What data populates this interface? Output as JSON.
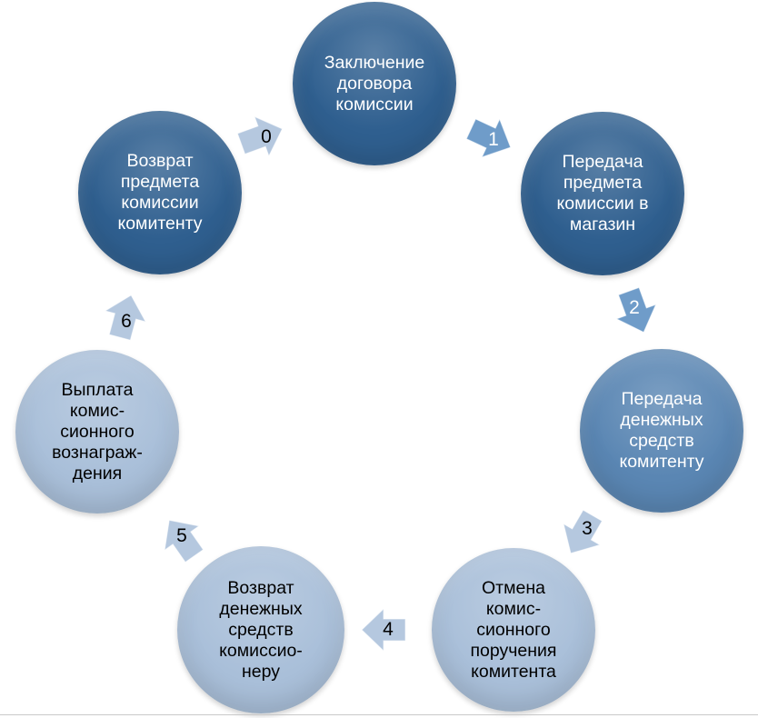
{
  "colors": {
    "dark_fill": "#2f5f8f",
    "mid_fill": "#5a86b3",
    "light_fill": "#a9bfd9",
    "arrow_dark": "#6f9cc9",
    "arrow_light": "#b5c8df",
    "text_light": "#ffffff",
    "text_dark": "#000000"
  },
  "diagram": {
    "nodes": [
      {
        "id": "n0",
        "text": "Заключение\nдоговора\nкомиссии",
        "tone": "dark"
      },
      {
        "id": "n1",
        "text": "Передача\nпредмета\nкомиссии в\nмагазин",
        "tone": "dark"
      },
      {
        "id": "n2",
        "text": "Передача\nденежных\nсредств\nкомитенту",
        "tone": "mid"
      },
      {
        "id": "n3",
        "text": "Отмена\nкомис-\nсионного\nпоручения\nкомитента",
        "tone": "light"
      },
      {
        "id": "n4",
        "text": "Возврат\nденежных\nсредств\nкомиссио-\nнеру",
        "tone": "light"
      },
      {
        "id": "n5",
        "text": "Выплата\nкомис-\nсионного\nвознаграж-\nдения",
        "tone": "light"
      },
      {
        "id": "n6",
        "text": "Возврат\nпредмета\nкомиссии\nкомитенту",
        "tone": "dark"
      }
    ],
    "arrows": [
      {
        "id": "a1",
        "label": "1",
        "from": "n0",
        "to": "n1",
        "tone": "dark"
      },
      {
        "id": "a2",
        "label": "2",
        "from": "n1",
        "to": "n2",
        "tone": "dark"
      },
      {
        "id": "a3",
        "label": "3",
        "from": "n2",
        "to": "n3",
        "tone": "light"
      },
      {
        "id": "a4",
        "label": "4",
        "from": "n3",
        "to": "n4",
        "tone": "light"
      },
      {
        "id": "a5",
        "label": "5",
        "from": "n4",
        "to": "n5",
        "tone": "light"
      },
      {
        "id": "a6",
        "label": "6",
        "from": "n5",
        "to": "n6",
        "tone": "light"
      },
      {
        "id": "a0",
        "label": "0",
        "from": "n6",
        "to": "n0",
        "tone": "light"
      }
    ]
  }
}
